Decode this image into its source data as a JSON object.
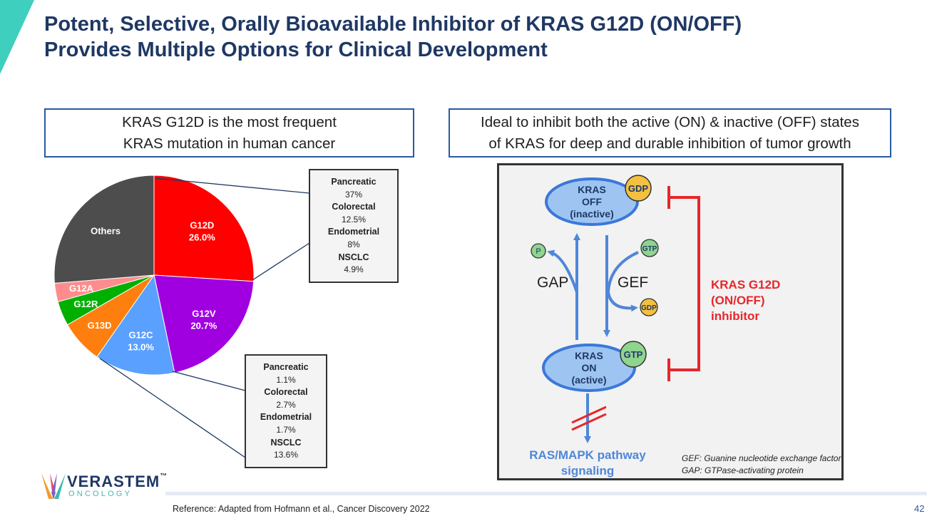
{
  "slide": {
    "title_line1": "Potent, Selective, Orally Bioavailable Inhibitor of KRAS G12D (ON/OFF)",
    "title_line2": "Provides Multiple Options for Clinical Development",
    "page_number": "42",
    "reference": "Reference: Adapted from Hofmann et al., Cancer Discovery 2022",
    "colors": {
      "title": "#1f3864",
      "box_border": "#2a5aa0",
      "accent": "#3ecfbf",
      "inhibitor": "#e8262b",
      "arrow": "#4f86d9"
    }
  },
  "logo": {
    "name": "VERASTEM",
    "trademark": "™",
    "subtitle": "ONCOLOGY"
  },
  "left_box": {
    "line1": "KRAS G12D is the most frequent",
    "line2": "KRAS mutation in human cancer"
  },
  "right_box": {
    "line1": "Ideal to inhibit both the active (ON) & inactive (OFF) states",
    "line2": "of KRAS for deep and durable inhibition of tumor growth"
  },
  "chart_data": {
    "type": "pie",
    "title": "KRAS mutation frequency in human cancer",
    "slices": [
      {
        "label": "G12D",
        "value": 26.0,
        "value_label": "26.0%",
        "color": "#ff0000"
      },
      {
        "label": "G12V",
        "value": 20.7,
        "value_label": "20.7%",
        "color": "#a000e0"
      },
      {
        "label": "G12C",
        "value": 13.0,
        "value_label": "13.0%",
        "color": "#5aa0ff"
      },
      {
        "label": "G13D",
        "value": 7.0,
        "value_label": "",
        "color": "#ff7f0e"
      },
      {
        "label": "G12R",
        "value": 4.0,
        "value_label": "",
        "color": "#00b000"
      },
      {
        "label": "G12A",
        "value": 3.0,
        "value_label": "",
        "color": "#ff8c8c"
      },
      {
        "label": "Others",
        "value": 26.3,
        "value_label": "",
        "color": "#4d4d4d"
      }
    ]
  },
  "callout_g12d": {
    "pancreatic_label": "Pancreatic",
    "pancreatic_value": "37%",
    "colorectal_label": "Colorectal",
    "colorectal_value": "12.5%",
    "endometrial_label": "Endometrial",
    "endometrial_value": "8%",
    "nsclc_label": "NSCLC",
    "nsclc_value": "4.9%"
  },
  "callout_g12c": {
    "pancreatic_label": "Pancreatic",
    "pancreatic_value": "1.1%",
    "colorectal_label": "Colorectal",
    "colorectal_value": "2.7%",
    "endometrial_label": "Endometrial",
    "endometrial_value": "1.7%",
    "nsclc_label": "NSCLC",
    "nsclc_value": "13.6%"
  },
  "diagram": {
    "kras_off_line1": "KRAS",
    "kras_off_line2": "OFF",
    "kras_off_line3": "(inactive)",
    "kras_on_line1": "KRAS",
    "kras_on_line2": "ON",
    "kras_on_line3": "(active)",
    "gdp_badge": "GDP",
    "gtp_badge": "GTP",
    "gtp_small": "GTP",
    "gdp_small": "GDP",
    "p_small": "P",
    "gap_label": "GAP",
    "gef_label": "GEF",
    "inhibitor_line1": "KRAS G12D",
    "inhibitor_line2": "(ON/OFF)",
    "inhibitor_line3": "inhibitor",
    "pathway_line1": "RAS/MAPK pathway",
    "pathway_line2": "signaling",
    "note_gef": "GEF: Guanine nucleotide exchange factor",
    "note_gap": "GAP: GTPase-activating protein"
  }
}
